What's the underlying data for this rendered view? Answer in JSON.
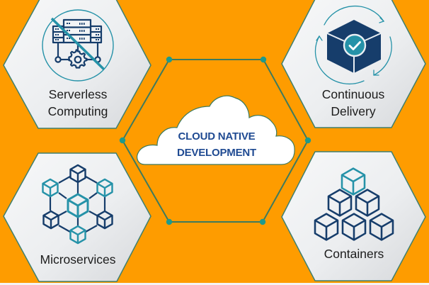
{
  "diagram": {
    "title": "Cloud Native Development",
    "center": {
      "line1": "CLOUD NATIVE",
      "line2": "DEVELOPMENT",
      "icon": "cloud-icon"
    },
    "nodes": [
      {
        "id": "serverless",
        "line1": "Serverless",
        "line2": "Computing",
        "icon": "serverless-icon",
        "position": "top-left"
      },
      {
        "id": "continuous-delivery",
        "line1": "Continuous",
        "line2": "Delivery",
        "icon": "continuous-delivery-icon",
        "position": "top-right"
      },
      {
        "id": "microservices",
        "line1": "Microservices",
        "icon": "microservices-icon",
        "position": "bottom-left"
      },
      {
        "id": "containers",
        "line1": "Containers",
        "icon": "containers-icon",
        "position": "bottom-right"
      }
    ],
    "colors": {
      "background": "#FE9C00",
      "hex_fill_light": "#F4F5F6",
      "hex_fill_dark": "#DADCDE",
      "hex_stroke": "#3F7F6E",
      "connector_line": "#3D7A5E",
      "connector_dot": "#1E9A8C",
      "center_text": "#1F4A92",
      "icon_dark": "#163D6B",
      "icon_teal": "#2592A8",
      "label_text": "#1C1C1C",
      "cloud_fill": "#FFFFFF"
    }
  }
}
